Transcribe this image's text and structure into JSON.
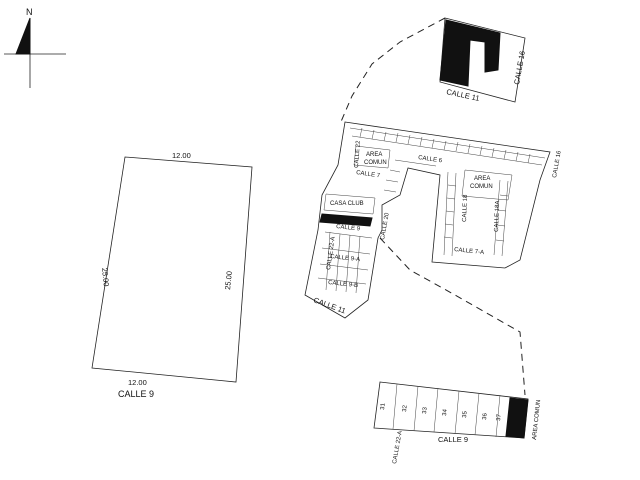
{
  "north": {
    "label": "N"
  },
  "lot": {
    "top_dim": "12.00",
    "bottom_dim": "12.00",
    "left_dim": "25.00",
    "right_dim": "25.00",
    "street": "CALLE 9"
  },
  "streets": {
    "calle_16_top": "CALLE 16",
    "calle_11_top": "CALLE 11",
    "calle_16_right": "CALLE 16",
    "calle_6": "CALLE 6",
    "calle_22": "CALLE 22",
    "calle_7": "CALLE 7",
    "calle_20": "CALLE 20",
    "calle_18": "CALLE 18",
    "calle_18a": "CALLE 18A",
    "calle_7a": "CALLE 7-A",
    "calle_9": "CALLE 9",
    "calle_9a": "CALLE 9-A",
    "calle_9b": "CALLE 9-B",
    "calle_22a": "CALLE 22-A",
    "calle_11_mid": "CALLE 11",
    "calle_22a_bottom": "CALLE 22-A",
    "calle_9_bottom": "CALLE 9"
  },
  "areas": {
    "area_comun_1": [
      "AREA",
      "COMUN"
    ],
    "area_comun_2": [
      "AREA",
      "COMUN"
    ],
    "casa_club": "CASA CLUB",
    "area_comun_bottom": "AREA COMUN"
  },
  "lots_bottom": [
    "31",
    "32",
    "33",
    "34",
    "35",
    "36",
    "37"
  ]
}
